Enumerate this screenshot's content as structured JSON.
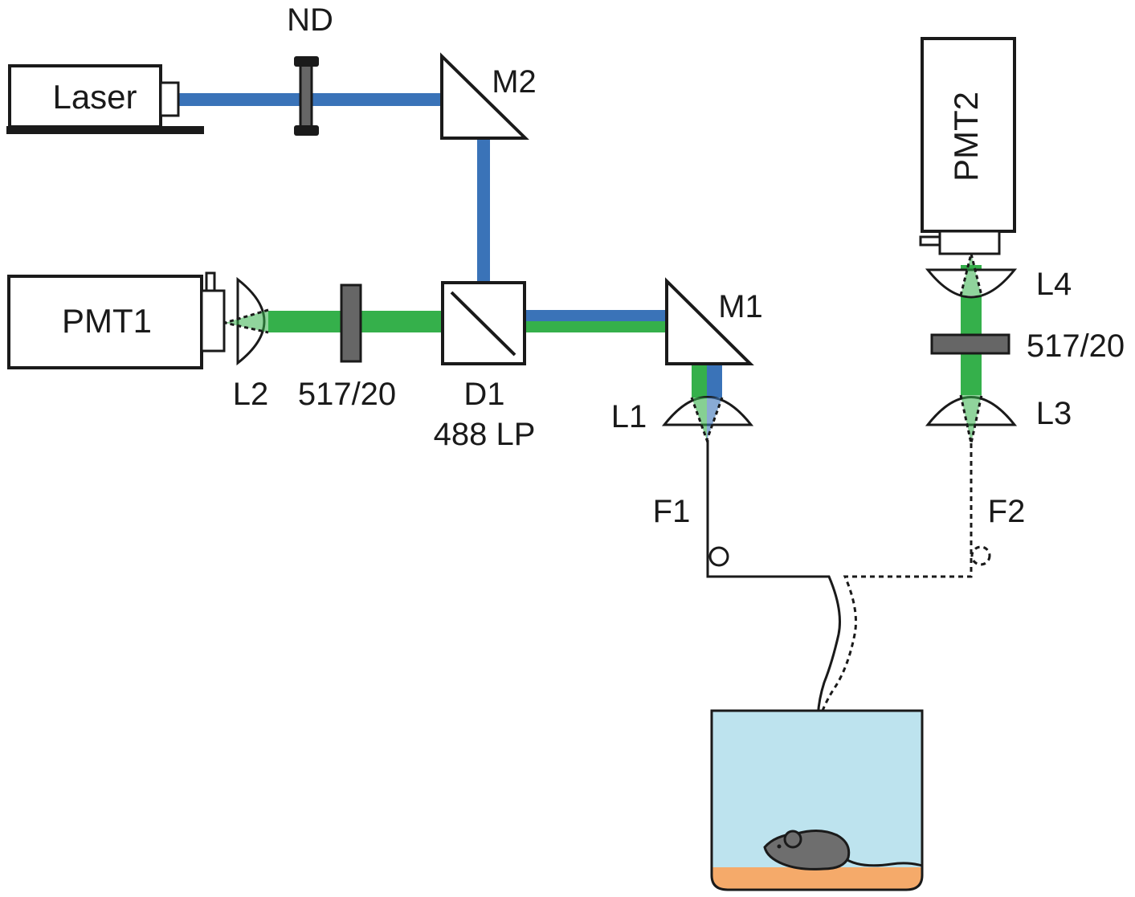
{
  "labels": {
    "laser": "Laser",
    "nd": "ND",
    "m2": "M2",
    "pmt2": "PMT2",
    "pmt1": "PMT1",
    "m1": "M1",
    "l4": "L4",
    "filter_right": "517/20",
    "l3": "L3",
    "l2": "L2",
    "filter_left": "517/20",
    "d1": "D1",
    "d1_sub": "488 LP",
    "l1": "L1",
    "f1": "F1",
    "f2": "F2"
  },
  "colors": {
    "excitation_beam": "#3a73b8",
    "emission_beam": "#35b04b",
    "filter": "#666666",
    "cage_water": "#bde3ee",
    "cage_bedding": "#f5aa6a",
    "mouse": "#6e6e6e",
    "outline": "#1a1a1a"
  }
}
